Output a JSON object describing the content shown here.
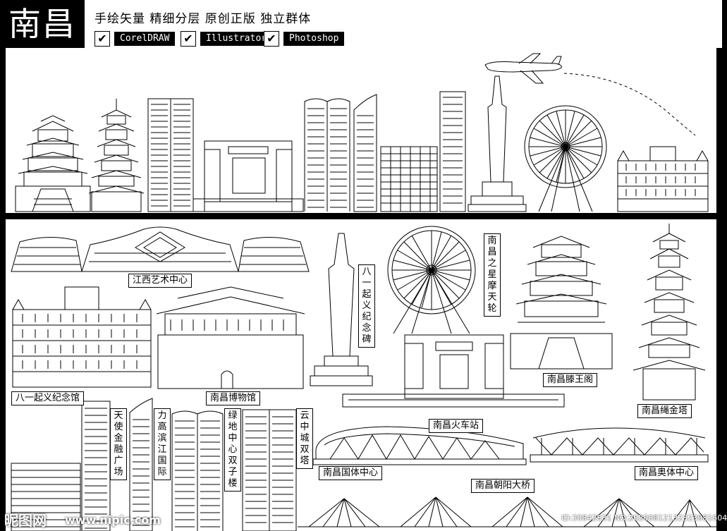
{
  "title": "南昌",
  "tagline": "手绘矢量 精细分层 原创正版 独立群体",
  "badges": [
    {
      "label": "CorelDRAW",
      "icon": "checkmark-icon"
    },
    {
      "label": "Illustrator",
      "icon": "checkmark-icon"
    },
    {
      "label": "Photoshop",
      "icon": "checkmark-icon"
    }
  ],
  "labels": {
    "jiangxi_art": "江西艺术中心",
    "bayi_museum": "八一起义纪念馆",
    "nanchang_museum": "南昌博物馆",
    "bayi_monument": "八一起义纪念碑",
    "ferris_wheel": "南昌之星摩天轮",
    "tengwang": "南昌滕王阁",
    "shengjin": "南昌绳金塔",
    "railway": "南昌火车站",
    "tianshi": "天使金融广场",
    "ligao": "力高滨江国际",
    "greenland": "绿地中心双子楼",
    "yunzhong": "云中城双塔",
    "guoti": "南昌国体中心",
    "aoti": "南昌奥体中心",
    "chaoyang": "南昌朝阳大桥"
  },
  "watermark": {
    "logo": "昵图网",
    "url": "www.nipic.com",
    "id": "ID:30842831 NO:20200812132323981604"
  },
  "colors": {
    "background": "#000000",
    "panel": "#ffffff",
    "line": "#000000"
  }
}
